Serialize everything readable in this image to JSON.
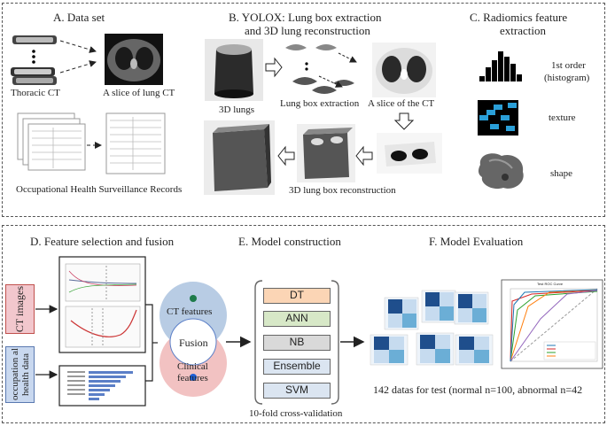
{
  "top": {
    "section_a": {
      "title": "A. Data set",
      "thoracic_ct": "Thoracic CT",
      "lung_slice": "A slice of lung CT",
      "records": "Occupational Health Surveillance Records"
    },
    "section_b": {
      "title_line1": "B. YOLOX: Lung box extraction",
      "title_line2": "and 3D lung reconstruction",
      "lungs_3d": "3D lungs",
      "box_extraction": "Lung box extraction",
      "ct_slice": "A slice of the  CT",
      "box_reconstruction": "3D lung box reconstruction"
    },
    "section_c": {
      "title_line1": "C. Radiomics feature",
      "title_line2": "extraction",
      "first_order_line1": "1st order",
      "first_order_line2": "(histogram)",
      "texture": "texture",
      "shape": "shape"
    }
  },
  "bottom": {
    "section_d": {
      "title": "D. Feature selection and fusion",
      "ct_images": "CT images",
      "occupational_data": "occupation al health data",
      "ct_features": "CT features",
      "fusion": "Fusion",
      "clinical_line1": "Clinical",
      "clinical_line2": "features"
    },
    "section_e": {
      "title": "E. Model construction",
      "models": [
        "DT",
        "ANN",
        "NB",
        "Ensemble",
        "SVM"
      ],
      "cv": "10-fold cross-validation"
    },
    "section_f": {
      "title": "F. Model Evaluation",
      "caption": "142 datas for test (normal n=100, abnormal n=42",
      "roc_title": "Test ROC Curve"
    }
  },
  "colors": {
    "ct_box": "#f2c7cd",
    "ct_box_border": "#c0504d",
    "occ_box": "#c9d8ef",
    "ct_circle": "#b8cce4",
    "clinical_circle": "#f2c2c2",
    "dt": "#fbd5b5",
    "ann": "#d7e8c7",
    "nb": "#d9d9d9",
    "ensemble": "#dbe5f1",
    "svm": "#dbe5f1",
    "green_dot": "#1e7b4a",
    "blue_dot": "#1f5fd6"
  }
}
